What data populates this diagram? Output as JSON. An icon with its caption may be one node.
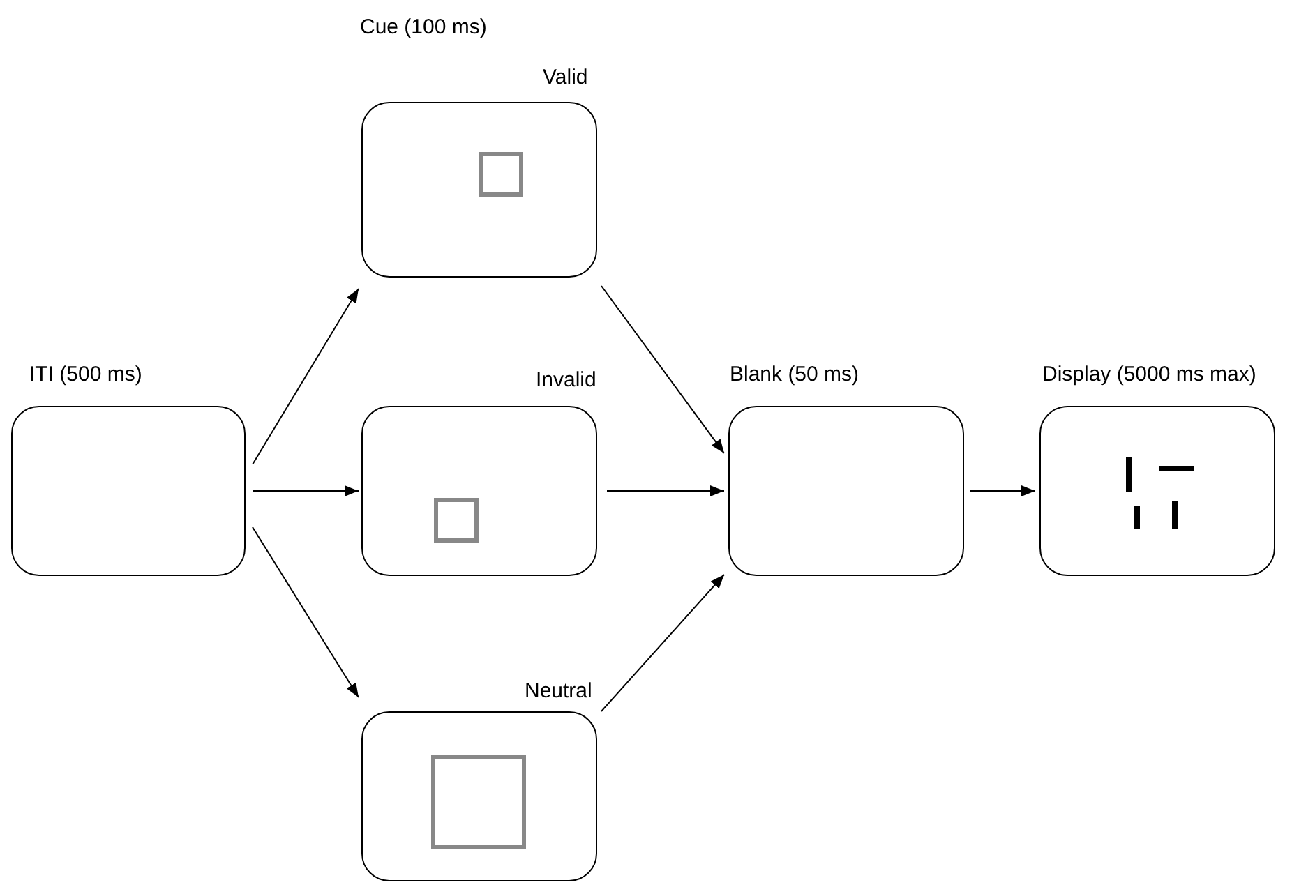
{
  "diagram": {
    "nodes": [
      {
        "text": [
          "ITI (500 ms)"
        ]
      },
      {
        "text": [
          "Valid"
        ]
      },
      {
        "text": [
          "Invalid"
        ]
      },
      {
        "text": [
          "Neutral"
        ]
      },
      {
        "text": [
          "Blank (50 ms)"
        ]
      },
      {
        "text": [
          "Display (5000 ms max)"
        ]
      }
    ],
    "edges": [
      {
        "from": 0,
        "to": 1,
        "arrow": "to"
      },
      {
        "from": 0,
        "to": 2,
        "arrow": "to"
      },
      {
        "from": 0,
        "to": 3,
        "arrow": "to"
      },
      {
        "from": 1,
        "to": 4,
        "arrow": "to"
      },
      {
        "from": 2,
        "to": 4,
        "arrow": "to"
      },
      {
        "from": 3,
        "to": 4,
        "arrow": "to"
      },
      {
        "from": 4,
        "to": 5,
        "arrow": "to"
      }
    ],
    "labels": [
      "Cue (100 ms)"
    ]
  }
}
